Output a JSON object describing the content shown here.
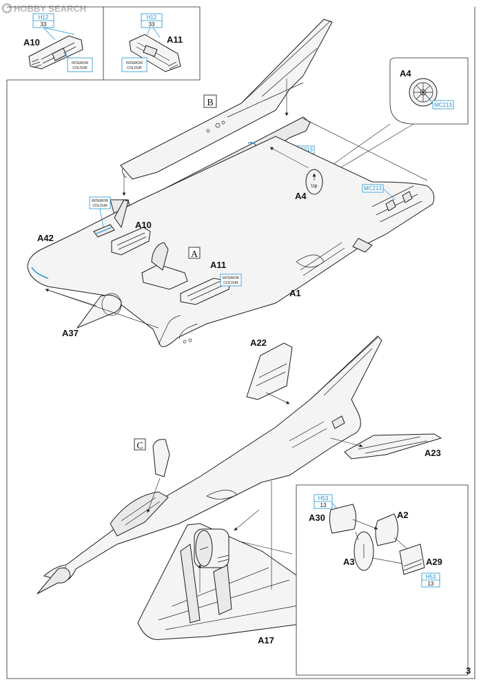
{
  "watermark": "HOBBY SEARCH",
  "page_number": "3",
  "steps": {
    "A": "A",
    "B": "B",
    "C": "C"
  },
  "parts": {
    "A10": "A10",
    "A11": "A11",
    "A42": "A42",
    "A1": "A1",
    "A37": "A37",
    "A4": "A4",
    "A22": "A22",
    "A23": "A23",
    "A17": "A17",
    "A30": "A30",
    "A2": "A2",
    "A3": "A3",
    "A29": "A29"
  },
  "colors": {
    "H12": "H12",
    "c33": "33",
    "H53": "H53",
    "c13": "13",
    "MC213": "MC213",
    "interior_1": "INTERIOR",
    "interior_2": "COLOUR"
  },
  "marking": "Up"
}
